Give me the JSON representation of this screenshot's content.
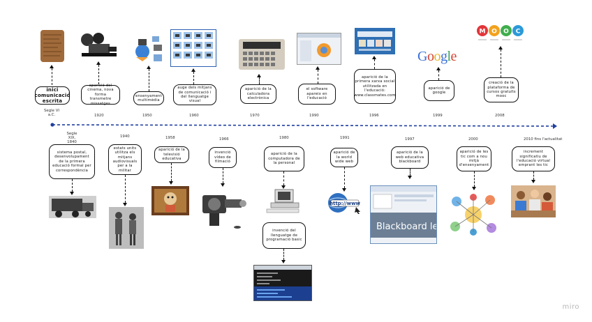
{
  "top_events": [
    {
      "year": "Segle VI a.C.",
      "text": "Inici comunicació escrita"
    },
    {
      "year": "1920",
      "text": "Aparició del cinema, nova forma transmetre missatges"
    },
    {
      "year": "1950",
      "text": "Ensenyament multimèdia"
    },
    {
      "year": "1960",
      "text": "Auge dels mitjans de comunicació i del llenguatge visual"
    },
    {
      "year": "1970",
      "text": "Aparició de la calculadora electrònica"
    },
    {
      "year": "1990",
      "text": "El software apareix en l'educació"
    },
    {
      "year": "1996",
      "text": "Aparició de la primera xarxa social utilitzada en l'educació: www.classmates.com"
    },
    {
      "year": "1999",
      "text": "Aparició de Google"
    },
    {
      "year": "2008",
      "text": "Creació de la plataforma de cursos gratuïts MOOC"
    }
  ],
  "bottom_events": [
    {
      "year": "Segle XIX, 1840",
      "text": "Sistema postal, desenvolupament de la primera educació formal per correspondència"
    },
    {
      "year": "1940",
      "text": "Estats Units utilitza els mitjans audiovisuals per a la militar"
    },
    {
      "year": "1958",
      "text": "Aparició de la televisió educativa"
    },
    {
      "year": "1966",
      "text": "Invenció vídeo de filmació"
    },
    {
      "year": "1980",
      "text": "Aparició de la computadora de la personal"
    },
    {
      "year": "1991",
      "text": "Aparició de la World Wide Web"
    },
    {
      "year": "1997",
      "text": "Aparició de la web educativa Blackboard"
    },
    {
      "year": "2000",
      "text": "Aparició de les TIC com a nou mitjà d'ensenyament"
    },
    {
      "year": "2010 fins l'actualitat",
      "text": "Increment significatiu de l'educació virtual emprant les TIC"
    }
  ],
  "extra_event": {
    "text": "Invenció del llenguatge de programació BASIC"
  },
  "images": {
    "google_logo": "Google",
    "mooc_logo": "MOOC",
    "blackboard_logo": "Blackboard learn+",
    "http_logo": "http://www"
  },
  "watermark": "miro",
  "colors": {
    "timeline": "#1f3fa0",
    "text": "#111111",
    "box_border": "#111111"
  }
}
